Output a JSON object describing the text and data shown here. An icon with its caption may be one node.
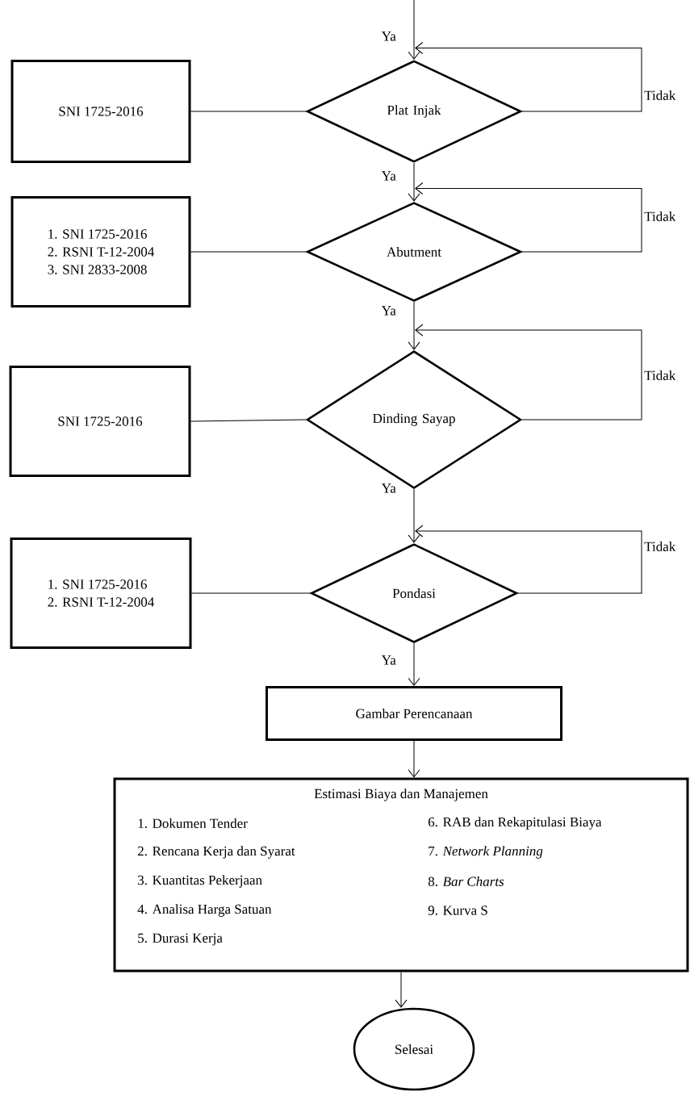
{
  "diagram": {
    "nodes": [
      {
        "text": [
          "SNI 1725-2016"
        ]
      },
      {
        "text": [
          "Plat Injak"
        ]
      },
      {
        "text": [
          "1. SNI 1725-2016",
          "2. RSNI T-12-2004",
          "3. SNI 2833-2008"
        ]
      },
      {
        "text": [
          "Abutment"
        ]
      },
      {
        "text": [
          "SNI 1725-2016"
        ]
      },
      {
        "text": [
          "Dinding Sayap"
        ]
      },
      {
        "text": [
          "1. SNI 1725-2016",
          "2. RSNI T-12-2004"
        ]
      },
      {
        "text": [
          "Pondasi"
        ]
      },
      {
        "text": [
          "Gambar Perencanaan"
        ]
      },
      {
        "text": [
          "Estimasi Biaya dan Manajemen",
          "1. Dokumen Tender",
          "2. Rencana Kerja dan Syarat",
          "3. Kuantitas Pekerjaan",
          "4. Analisa Harga Satuan",
          "5. Durasi Kerja",
          "6. RAB dan Rekapitulasi Biaya",
          "7. *Network Planning*",
          "8. *Bar Charts*",
          "9. Kurva S"
        ]
      },
      {
        "text": [
          "Selesai"
        ]
      }
    ],
    "edges": [
      {
        "from": null,
        "to": 1,
        "arrow": "to",
        "label": "Ya"
      },
      {
        "from": 0,
        "to": 1,
        "arrow": "none"
      },
      {
        "from": 1,
        "to": 1,
        "arrow": "to",
        "label": "Tidak"
      },
      {
        "from": 1,
        "to": 3,
        "arrow": "to",
        "label": "Ya"
      },
      {
        "from": 2,
        "to": 3,
        "arrow": "none"
      },
      {
        "from": 3,
        "to": 3,
        "arrow": "to",
        "label": "Tidak"
      },
      {
        "from": 3,
        "to": 5,
        "arrow": "to",
        "label": "Ya"
      },
      {
        "from": 4,
        "to": 5,
        "arrow": "none"
      },
      {
        "from": 5,
        "to": 5,
        "arrow": "to",
        "label": "Tidak"
      },
      {
        "from": 5,
        "to": 7,
        "arrow": "to",
        "label": "Ya"
      },
      {
        "from": 6,
        "to": 7,
        "arrow": "none"
      },
      {
        "from": 7,
        "to": 7,
        "arrow": "to",
        "label": "Tidak"
      },
      {
        "from": 7,
        "to": 8,
        "arrow": "to",
        "label": "Ya"
      },
      {
        "from": 8,
        "to": 9,
        "arrow": "to"
      },
      {
        "from": 9,
        "to": 10,
        "arrow": "to"
      }
    ]
  }
}
